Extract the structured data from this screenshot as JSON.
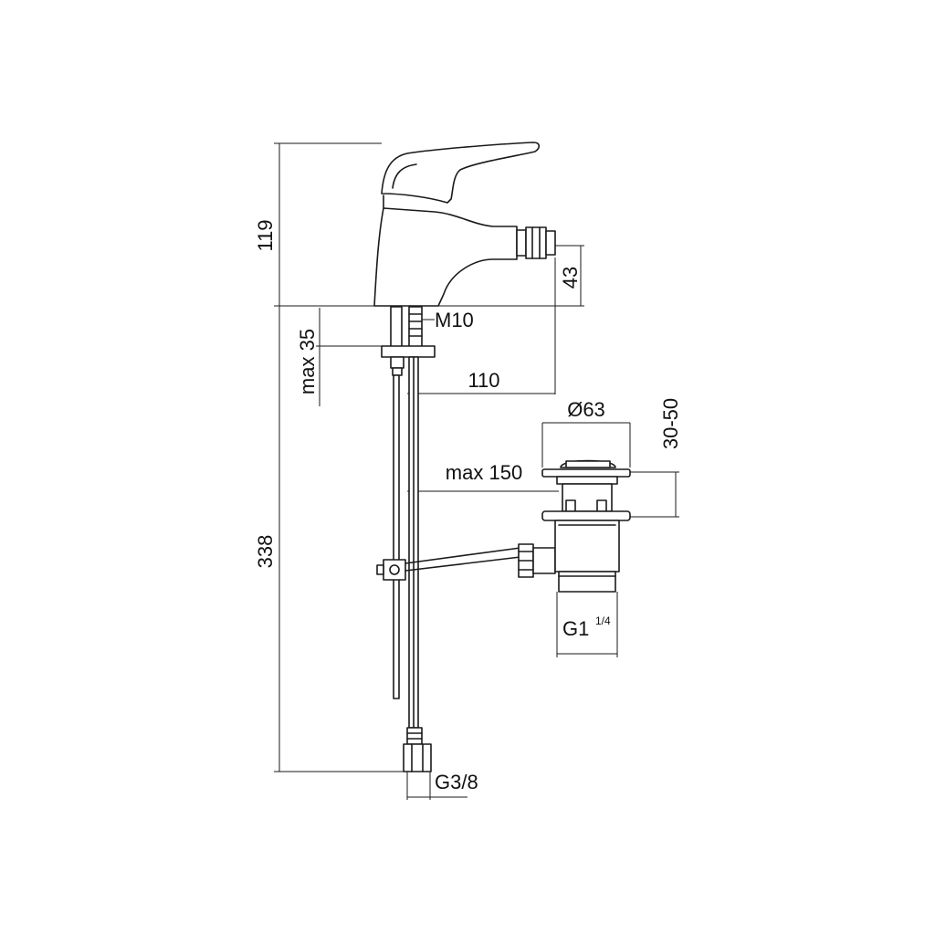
{
  "dimensions": {
    "height_tap": "119",
    "height_total": "338",
    "spout_height": "43",
    "thread_m10": "M10",
    "max_35": "max 35",
    "reach_110": "110",
    "dia_63": "Ø63",
    "range_30_50": "30-50",
    "max_150": "max 150",
    "thread_g1": "G1",
    "thread_g1_sup": "1/4",
    "thread_g38": "G3/8"
  }
}
